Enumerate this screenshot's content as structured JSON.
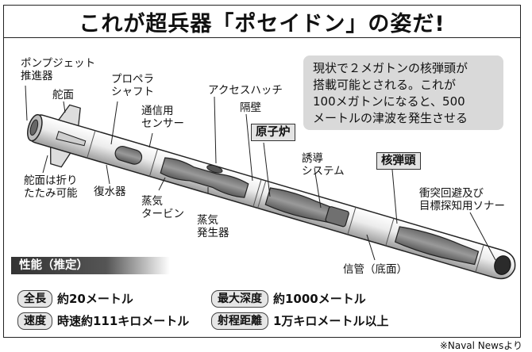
{
  "title": "これが超兵器「ポセイドン」の姿だ!",
  "labels": {
    "pumpjet": "ポンプジェット\n推進器",
    "rudder": "舵面",
    "rudder_fold": "舵面は折り\nたたみ可能",
    "propeller_shaft": "プロペラ\nシャフト",
    "comm_sensor": "通信用\nセンサー",
    "condenser": "復水器",
    "steam_turbine": "蒸気\nタービン",
    "steam_generator": "蒸気\n発生器",
    "access_hatch": "アクセスハッチ",
    "bulkhead": "隔壁",
    "reactor": "原子炉",
    "guidance": "誘導\nシステム",
    "warhead": "核弾頭",
    "sonar": "衝突回避及び\n目標探知用ソナー",
    "fuze": "信管（底面）"
  },
  "callout": "現状で２メガトンの核弾頭が\n搭載可能とされる。これが\n100メガトンになると、500\nメートルの津波を発生させる",
  "specs": {
    "header": "性能（推定）",
    "items": [
      {
        "label": "全長",
        "value": "約20メートル"
      },
      {
        "label": "最大深度",
        "value": "約1000メートル"
      },
      {
        "label": "速度",
        "value": "時速約111キロメートル"
      },
      {
        "label": "射程距離",
        "value": "1万キロメートル以上"
      }
    ]
  },
  "source": "※Naval Newsより",
  "colors": {
    "hull": "#e8e8e8",
    "hull_shade": "#bdbdbd",
    "interior": "#8a8a8a",
    "interior_dark": "#5e5e5e",
    "callout_bg": "#d9d9d9",
    "box_label_bg": "#e3e3e3"
  }
}
